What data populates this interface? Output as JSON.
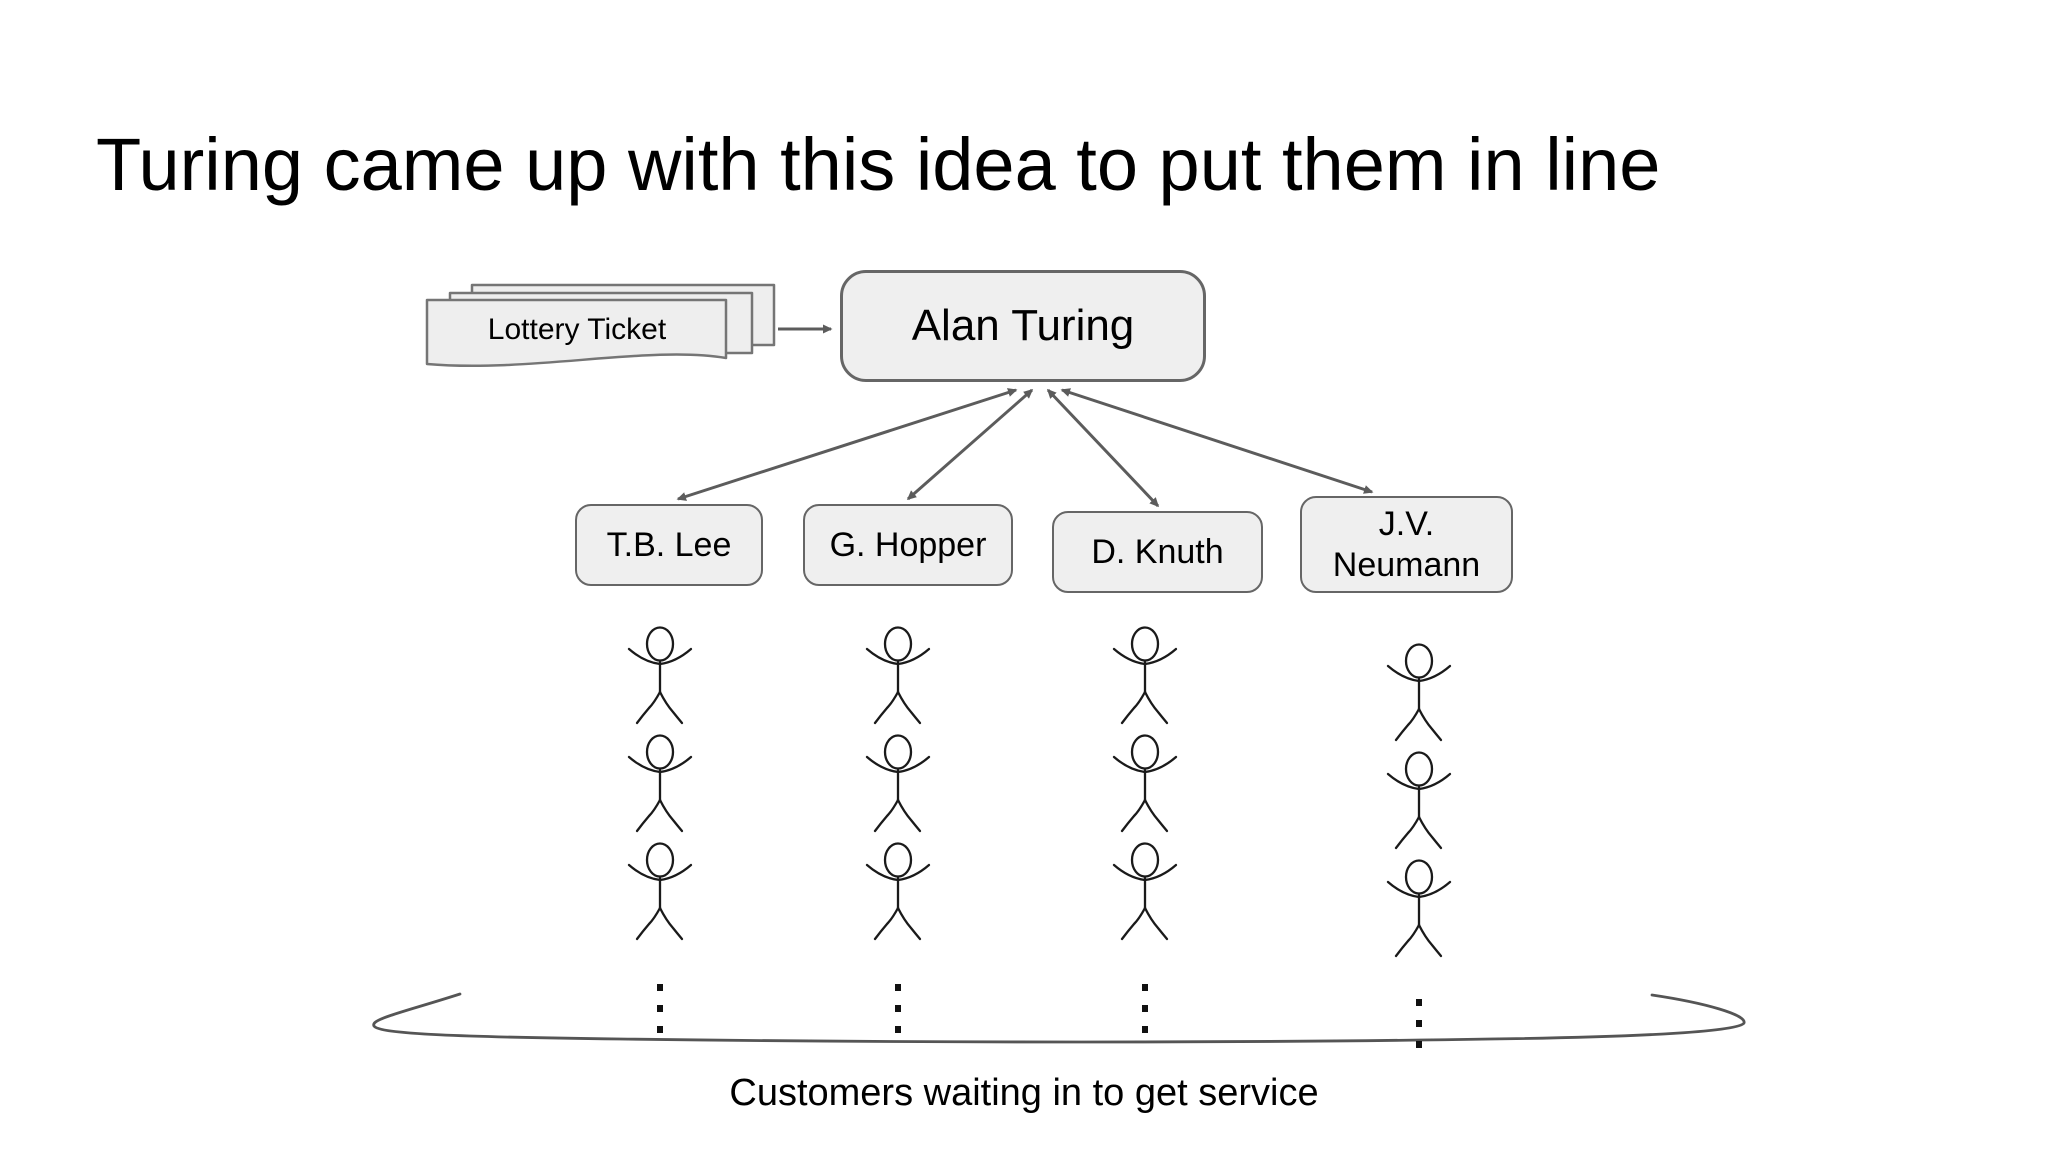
{
  "slide": {
    "title": "Turing came up with this idea to put them in line",
    "caption": "Customers waiting in to get service"
  },
  "diagram": {
    "ticket_stack": {
      "label": "Lottery Ticket",
      "sheet_count": 3
    },
    "server_box": {
      "label": "Alan Turing"
    },
    "clerk_boxes": [
      {
        "label": "T.B. Lee"
      },
      {
        "label": "G. Hopper"
      },
      {
        "label": "D. Knuth"
      },
      {
        "label": "J.V. Neumann"
      }
    ],
    "queues": {
      "columns": 4,
      "visible_figures_per_column": 3,
      "ellipsis_symbol": "⋮"
    },
    "colors": {
      "background": "#ffffff",
      "box_fill": "#efefef",
      "box_border": "#666666",
      "paper_fill": "#eeeeee",
      "paper_border": "#757575",
      "arrow": "#5c5c5c",
      "figure_stroke": "#1a1a1a",
      "brace": "#555555",
      "text": "#000000"
    }
  }
}
